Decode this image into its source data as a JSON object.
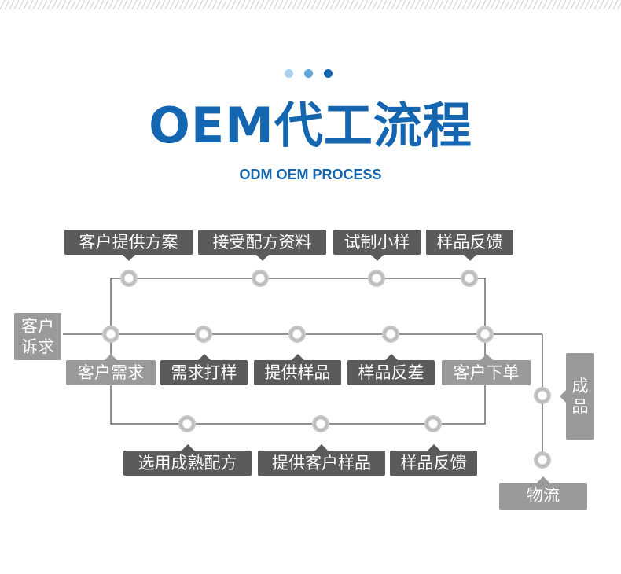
{
  "colors": {
    "brand_blue": "#1466b0",
    "dot_1": "#a9d0ee",
    "dot_2": "#5fa5dc",
    "dot_3": "#1466b0",
    "dark_label": "#5b5b5b",
    "light_label": "#9a9a9a",
    "line": "#555555"
  },
  "header": {
    "title": "OEM代工流程",
    "subtitle": "ODM OEM PROCESS"
  },
  "flow": {
    "start": "客户诉求",
    "top_row": [
      "客户提供方案",
      "接受配方资料",
      "试制小样",
      "样品反馈"
    ],
    "middle_row": [
      "客户需求",
      "需求打样",
      "提供样品",
      "样品反差",
      "客户下单"
    ],
    "bottom_row": [
      "选用成熟配方",
      "提供客户样品",
      "样品反馈"
    ],
    "product": "成品",
    "logistics": "物流"
  }
}
